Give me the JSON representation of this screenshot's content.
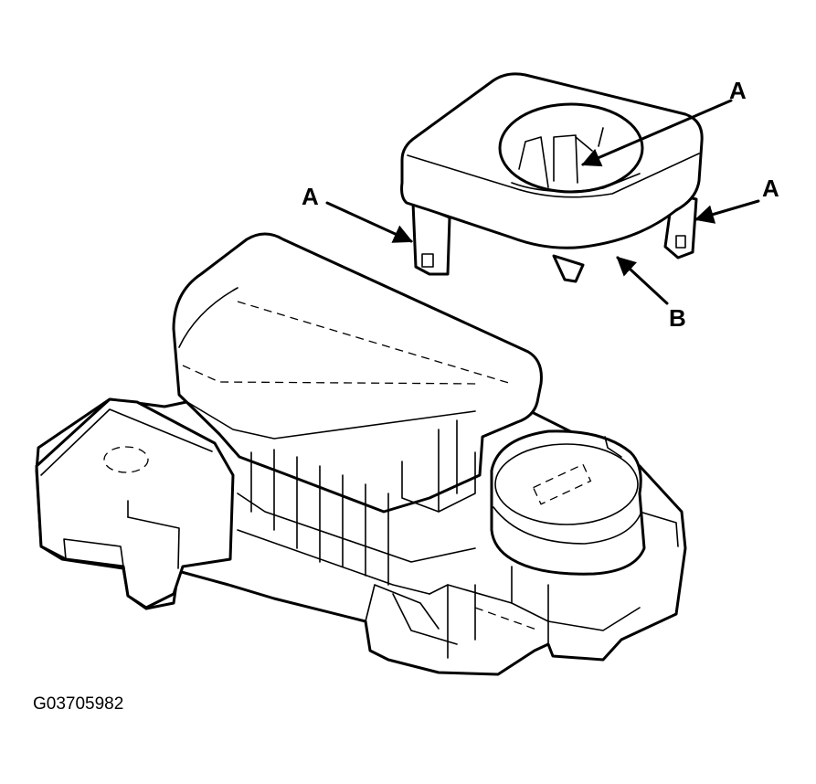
{
  "callouts": [
    {
      "id": "A1",
      "label": "A"
    },
    {
      "id": "A2",
      "label": "A"
    },
    {
      "id": "A3",
      "label": "A"
    },
    {
      "id": "B",
      "label": "B"
    }
  ],
  "figure_id": "G03705982"
}
